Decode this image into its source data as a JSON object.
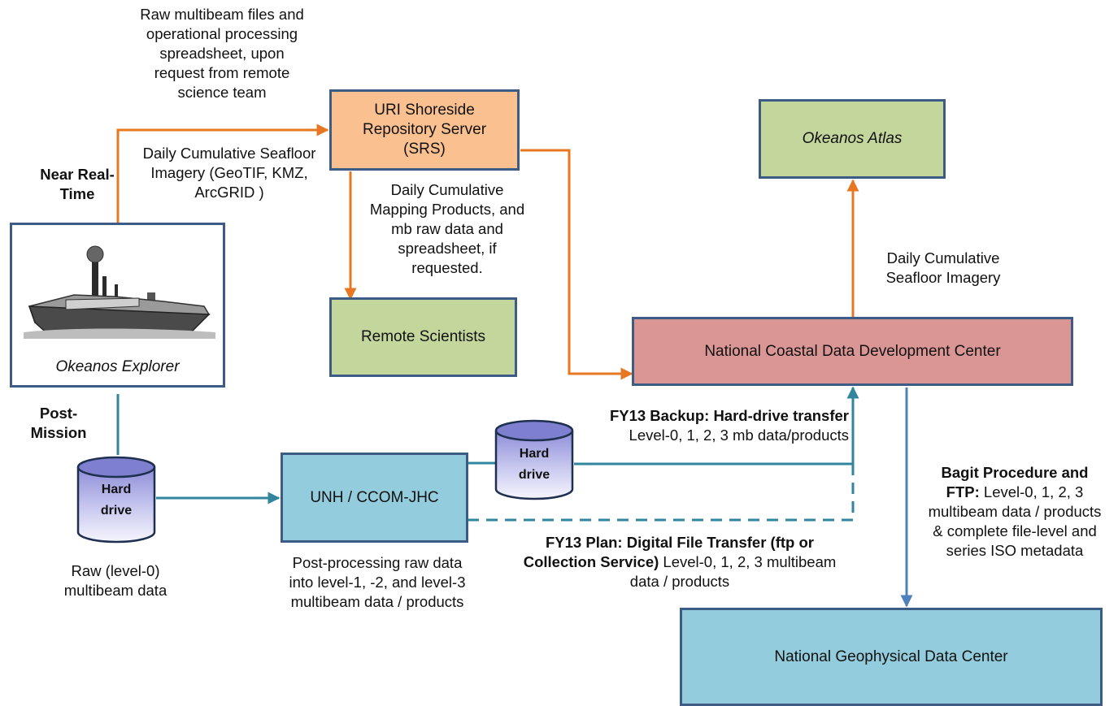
{
  "nodes": {
    "uri": "URI  Shoreside Repository Server (SRS)",
    "atlas": "Okeanos Atlas",
    "ship": "Okeanos Explorer",
    "remote": "Remote Scientists",
    "ncddc": "National Coastal Data Development Center",
    "unh": "UNH / CCOM-JHC",
    "ngdc": "National Geophysical Data Center",
    "hd1_line1": "Hard",
    "hd1_line2": "drive",
    "hd2_line1": "Hard",
    "hd2_line2": "drive"
  },
  "labels": {
    "raw_request": "Raw multibeam files and operational processing spreadsheet, upon request from remote science team",
    "near_realtime": "Near Real-Time",
    "daily_imagery_ship": "Daily Cumulative Seafloor Imagery (GeoTIF, KMZ, ArcGRID )",
    "daily_mapping": "Daily Cumulative Mapping Products, and mb raw data and spreadsheet, if requested.",
    "daily_imagery_atlas": "Daily Cumulative Seafloor Imagery",
    "post_mission": "Post-Mission",
    "raw_level0": "Raw (level-0) multibeam data",
    "post_processing": "Post-processing raw data into level-1, -2, and level-3 multibeam data / products",
    "backup_bold": "FY13 Backup: Hard-drive transfer",
    "backup_rest": "Level-0, 1, 2, 3 mb data/products",
    "plan_bold": "FY13 Plan: Digital File Transfer (ftp or Collection Service)",
    "plan_rest": "Level-0, 1, 2, 3 multibeam data / products",
    "bagit_bold": "Bagit Procedure and FTP:",
    "bagit_rest": "Level-0, 1, 2, 3 multibeam data / products & complete file-level and series ISO metadata"
  },
  "colors": {
    "orange_arrow": "#e87722",
    "teal_arrow": "#31859c",
    "steel_arrow": "#4f81bd",
    "uri_fill": "#fac090",
    "green_fill": "#c3d69b",
    "ncddc_fill": "#d99694",
    "blue_fill": "#93cddd",
    "border": "#3c5c86"
  },
  "icons": {
    "ship": "ship-illustration",
    "drive": "cylinder-hard-drive-icon"
  }
}
